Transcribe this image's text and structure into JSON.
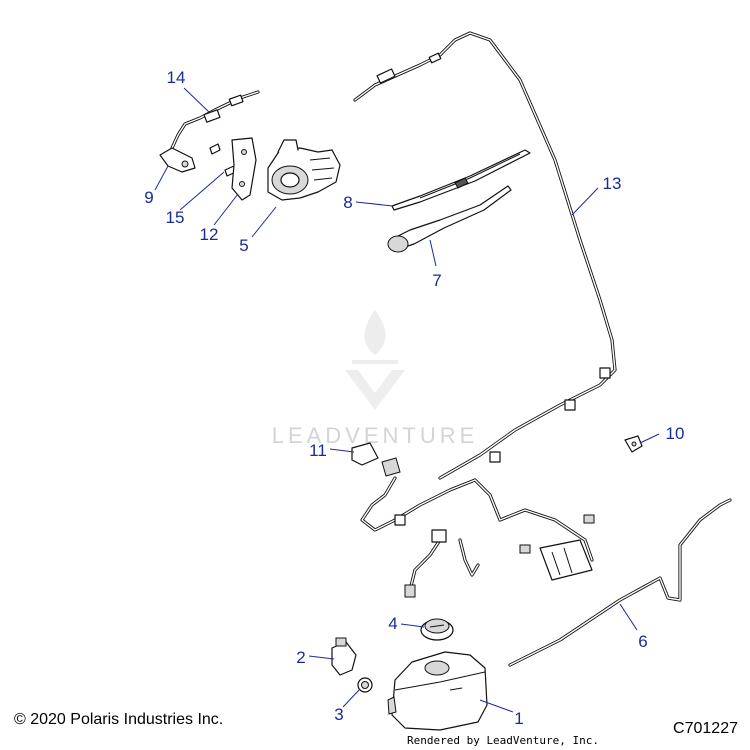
{
  "watermark": {
    "text": "LEADVENTURE"
  },
  "callouts": [
    {
      "id": "1",
      "label": "1"
    },
    {
      "id": "2",
      "label": "2"
    },
    {
      "id": "3",
      "label": "3"
    },
    {
      "id": "4",
      "label": "4"
    },
    {
      "id": "5",
      "label": "5"
    },
    {
      "id": "6",
      "label": "6"
    },
    {
      "id": "7",
      "label": "7"
    },
    {
      "id": "8",
      "label": "8"
    },
    {
      "id": "9",
      "label": "9"
    },
    {
      "id": "10",
      "label": "10"
    },
    {
      "id": "11",
      "label": "11"
    },
    {
      "id": "12",
      "label": "12"
    },
    {
      "id": "13",
      "label": "13"
    },
    {
      "id": "14",
      "label": "14"
    },
    {
      "id": "15",
      "label": "15"
    }
  ],
  "footer": {
    "copyright": "© 2020 Polaris Industries Inc.",
    "diagram_id": "C701227",
    "rendered_by": "Rendered by LeadVenture, Inc."
  },
  "colors": {
    "callout": "#1a2a9a",
    "linework": "#111111",
    "watermark": "#d4d4d4"
  }
}
